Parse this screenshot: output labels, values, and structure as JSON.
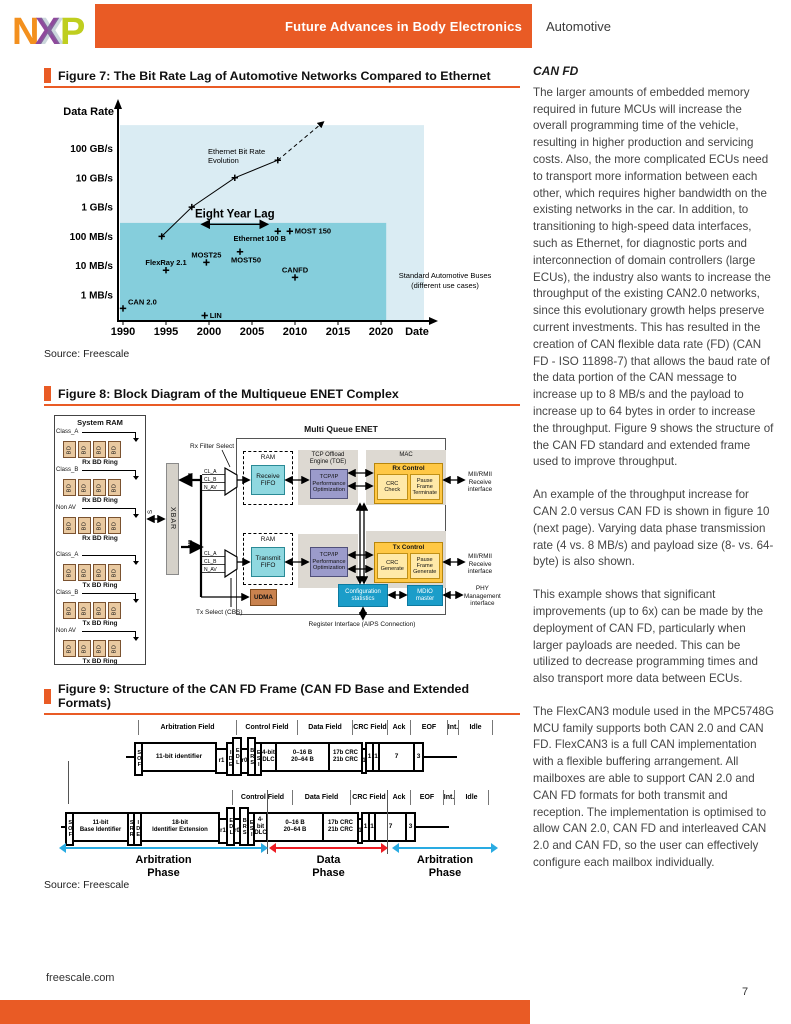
{
  "colors": {
    "accent": "#E95B25",
    "chart_light": "#DAECF3",
    "chart_teal": "#85CEDC",
    "panel_gray": "#DDD9D2",
    "fifo_teal": "#8FD8E0",
    "tcpip_purple": "#9B9BCB",
    "control_yellow": "#FFC845",
    "control_light": "#FFE9A8",
    "bd_tan": "#E9C9A0",
    "udma_brown": "#C9824E",
    "io_blue": "#1B9DC9",
    "phase_blue": "#29ABE2",
    "phase_red": "#ED1C24"
  },
  "header": {
    "banner": "Future Advances in Body Electronics",
    "section": "Automotive",
    "logo_letters": [
      "N",
      "X",
      "P"
    ]
  },
  "figure7": {
    "title": "Figure 7: The Bit Rate Lag of Automotive Networks Compared to Ethernet",
    "source": "Source: Freescale",
    "chart_data": {
      "type": "scatter",
      "xlabel": "Date",
      "ylabel": "Data Rate",
      "y_scale": "log",
      "x_ticks": [
        1990,
        1995,
        2000,
        2005,
        2010,
        2015,
        2020
      ],
      "y_ticks": [
        {
          "label": "1 MB/s",
          "mbps": 1
        },
        {
          "label": "10 MB/s",
          "mbps": 10
        },
        {
          "label": "100 MB/s",
          "mbps": 100
        },
        {
          "label": "1 GB/s",
          "mbps": 1000
        },
        {
          "label": "10 GB/s",
          "mbps": 10000
        },
        {
          "label": "100 GB/s",
          "mbps": 100000
        }
      ],
      "ethernet_series": {
        "label": "Ethernet Bit Rate\nEvolution",
        "points": [
          {
            "year": 1994.5,
            "mbps": 100
          },
          {
            "year": 1998,
            "mbps": 1000
          },
          {
            "year": 2003,
            "mbps": 10000
          },
          {
            "year": 2008,
            "mbps": 40000
          }
        ],
        "trend_end": {
          "year": 2013.3,
          "mbps": 800000
        }
      },
      "bus_points": [
        {
          "label": "CAN 2.0",
          "year": 1990,
          "mbps": 0.35,
          "lp": "above-right"
        },
        {
          "label": "LIN",
          "year": 1999.5,
          "mbps": 0.2,
          "lp": "right"
        },
        {
          "label": "FlexRay 2.1",
          "year": 1995,
          "mbps": 7,
          "lp": "above"
        },
        {
          "label": "MOST25",
          "year": 1999.7,
          "mbps": 13,
          "lp": "above"
        },
        {
          "label": "MOST50",
          "year": 2003.6,
          "mbps": 30,
          "lp": "below"
        },
        {
          "label": "Ethernet 100 B",
          "year": 2008,
          "mbps": 150,
          "lp": "below-left"
        },
        {
          "label": "MOST 150",
          "year": 2009.4,
          "mbps": 150,
          "lp": "right"
        },
        {
          "label": "CANFD",
          "year": 2010,
          "mbps": 4,
          "lp": "above"
        }
      ],
      "annotations": {
        "lag": {
          "text": "Eight Year Lag",
          "from_year": 1999,
          "to_year": 2007,
          "mbps": 450
        },
        "region_label": "Standard Automotive Buses\n(different use cases)"
      },
      "regions": {
        "ethernet": {
          "x_to": 2025,
          "mbps_to": 630000
        },
        "automotive": {
          "x_to": 2020.6,
          "mbps_to": 290
        }
      }
    }
  },
  "figure8": {
    "title": "Figure 8: Block Diagram of the Multiqueue ENET Complex",
    "system_ram": {
      "title": "System RAM",
      "bd_label": "BD",
      "groups": [
        {
          "cls": "Class_A",
          "ring": "Rx BD Ring"
        },
        {
          "cls": "Class_B",
          "ring": "Rx BD Ring"
        },
        {
          "cls": "Non AV",
          "ring": "Rx BD Ring"
        },
        {
          "cls": "Class_A",
          "ring": "Tx BD Ring"
        },
        {
          "cls": "Class_B",
          "ring": "Tx BD Ring"
        },
        {
          "cls": "Non AV",
          "ring": "Tx BD Ring"
        }
      ]
    },
    "xbar_label": "XBAR",
    "s_label": "S",
    "m_label": "m",
    "enet": {
      "title": "Multi Queue ENET",
      "rx_filter_select": "Rx Filter Select",
      "tx_select": "Tx Select (CBS)",
      "mux_inputs": [
        "CL_A",
        "CL_B",
        "N_AV"
      ],
      "ram_label": "RAM",
      "receive_fifo": "Receive\nFIFO",
      "transmit_fifo": "Transmit\nFIFO",
      "toe_label": "TCP Offload\nEngine (TOE)",
      "tcpip": "TCP/IP\nPerformance\nOptimization",
      "mac_label": "MAC",
      "rx_control": "Rx Control",
      "crc_check": "CRC\nCheck",
      "pause_terminate": "Pause\nFrame\nTerminate",
      "tx_control": "Tx Control",
      "crc_generate": "CRC\nGenerate",
      "pause_generate": "Pause\nFrame\nGenerate",
      "udma": "UDMA",
      "config_stats": "Configuration\nstatistics",
      "mdio": "MDIO\nmaster",
      "register_interface": "Register Interface (AIPS Connection)"
    },
    "io": {
      "rx": "MII/RMII\nReceive\ninterface",
      "tx": "MII/RMII\nReceive\ninterface",
      "phy": "PHY\nManagement\ninterface"
    }
  },
  "figure9": {
    "title": "Figure 9: Structure of the CAN FD Frame (CAN FD Base and Extended Formats)",
    "source": "Source: Freescale",
    "frames": [
      {
        "headers": [
          {
            "t": "",
            "w": 10,
            "v": "blank"
          },
          {
            "t": "Arbitration Field",
            "w": 98
          },
          {
            "t": "Control Field",
            "w": 61
          },
          {
            "t": "Data Field",
            "w": 55
          },
          {
            "t": "CRC Field",
            "w": 35
          },
          {
            "t": "Ack",
            "w": 23
          },
          {
            "t": "EOF",
            "w": 37
          },
          {
            "t": "Int.",
            "w": 11
          },
          {
            "t": "Idle",
            "w": 35
          }
        ],
        "cells": [
          {
            "t": "",
            "w": 10,
            "v": "lead"
          },
          {
            "t": "SOF",
            "w": 9,
            "v": "vlo"
          },
          {
            "t": "11-bit identifier",
            "w": 76,
            "v": "box"
          },
          {
            "t": "r1",
            "w": 13,
            "v": "lo"
          },
          {
            "t": "IDE",
            "w": 8,
            "v": "vlo"
          },
          {
            "t": "EDL",
            "w": 10,
            "v": "vhi"
          },
          {
            "t": "r0",
            "w": 9,
            "v": "lo"
          },
          {
            "t": "BRS",
            "w": 9,
            "v": "vhi"
          },
          {
            "t": "ESI",
            "w": 8,
            "v": "vlo"
          },
          {
            "t": "4-bit\nDLC",
            "w": 17,
            "v": "box2"
          },
          {
            "t": "0–16 B\n20–64 B",
            "w": 55,
            "v": "box2"
          },
          {
            "t": "17b CRC\n21b CRC",
            "w": 35,
            "v": "box2"
          },
          {
            "t": "1",
            "w": 6,
            "v": "lo"
          },
          {
            "t": "1",
            "w": 9,
            "v": "box"
          },
          {
            "t": "1",
            "w": 8,
            "v": "box"
          },
          {
            "t": "7",
            "w": 37,
            "v": "box"
          },
          {
            "t": "3",
            "w": 11,
            "v": "box"
          },
          {
            "t": "",
            "w": 35,
            "v": "lead"
          }
        ]
      },
      {
        "headers": [
          {
            "t": "",
            "w": 169,
            "v": "blank"
          },
          {
            "t": "Control Field",
            "w": 60
          },
          {
            "t": "Data Field",
            "w": 58
          },
          {
            "t": "CRC Field",
            "w": 37
          },
          {
            "t": "Ack",
            "w": 23
          },
          {
            "t": "EOF",
            "w": 33
          },
          {
            "t": "Int.",
            "w": 11
          },
          {
            "t": "Idle",
            "w": 35
          }
        ],
        "cells": [
          {
            "t": "",
            "w": 6,
            "v": "lead"
          },
          {
            "t": "SOF",
            "w": 9,
            "v": "vlo"
          },
          {
            "t": "11-bit\nBase Identifier",
            "w": 57,
            "v": "box2"
          },
          {
            "t": "SRR",
            "w": 8,
            "v": "vlo"
          },
          {
            "t": "IDE",
            "w": 9,
            "v": "vlo"
          },
          {
            "t": "18-bit\nIdentifier Extension",
            "w": 80,
            "v": "box2"
          },
          {
            "t": "r1",
            "w": 10,
            "v": "lo"
          },
          {
            "t": "EDL",
            "w": 9,
            "v": "vhi"
          },
          {
            "t": "r0",
            "w": 8,
            "v": "lo"
          },
          {
            "t": "BRS",
            "w": 10,
            "v": "vhi"
          },
          {
            "t": "ESI",
            "w": 8,
            "v": "vlo"
          },
          {
            "t": "4-bit\nDLC",
            "w": 15,
            "v": "box2"
          },
          {
            "t": "0–16 B\n20–64 B",
            "w": 58,
            "v": "box2"
          },
          {
            "t": "17b CRC\n21b CRC",
            "w": 37,
            "v": "box2"
          },
          {
            "t": "1",
            "w": 6,
            "v": "lo"
          },
          {
            "t": "1",
            "w": 9,
            "v": "box"
          },
          {
            "t": "1",
            "w": 8,
            "v": "box"
          },
          {
            "t": "7",
            "w": 33,
            "v": "box"
          },
          {
            "t": "3",
            "w": 11,
            "v": "box"
          },
          {
            "t": "",
            "w": 35,
            "v": "lead"
          }
        ]
      }
    ],
    "phases": [
      {
        "label": "Arbitration\nPhase",
        "color": "#29ABE2"
      },
      {
        "label": "Data\nPhase",
        "color": "#ED1C24"
      },
      {
        "label": "Arbitration\nPhase",
        "color": "#29ABE2"
      }
    ]
  },
  "article": {
    "heading": "CAN FD",
    "paragraphs": [
      "The larger amounts of embedded memory required in future MCUs will increase the overall programming time of the vehicle, resulting in higher production and servicing costs. Also, the more complicated ECUs need to transport more information between each other, which requires higher bandwidth on the existing networks in the car. In addition, to transitioning to high-speed data interfaces, such as Ethernet, for diagnostic ports and interconnection of domain controllers (large ECUs), the industry also wants to increase the throughput of the existing CAN2.0 networks, since this evolutionary growth helps preserve current investments. This has resulted in the creation of CAN flexible data rate (FD) (CAN FD - ISO 11898-7) that allows the baud rate of the data portion of the CAN message to increase up to 8 MB/s and the payload to increase up to 64 bytes in order to increase the throughput. Figure 9 shows the structure of the CAN FD standard and extended frame used to improve throughput.",
      "An example of the throughput increase for CAN 2.0 versus CAN FD is shown in figure 10 (next page). Varying data phase transmission rate (4 vs. 8 MB/s) and payload size (8- vs. 64-byte) is also shown.",
      "This example shows that significant improvements (up to 6x) can be made by the deployment of CAN FD, particularly when larger payloads are needed. This can be utilized to decrease programming times and also transport more data between ECUs.",
      "The FlexCAN3 module used in the MPC5748G MCU family supports both CAN 2.0 and CAN FD. FlexCAN3 is a full CAN implementation with a flexible buffering arrangement. All mailboxes are able to support CAN 2.0 and CAN FD formats for both transmit and reception. The implementation is optimised to allow CAN 2.0, CAN FD and interleaved CAN 2.0 and CAN FD, so the user can effectively configure each mailbox individually."
    ]
  },
  "footer": {
    "site": "freescale.com",
    "page_number": "7"
  }
}
